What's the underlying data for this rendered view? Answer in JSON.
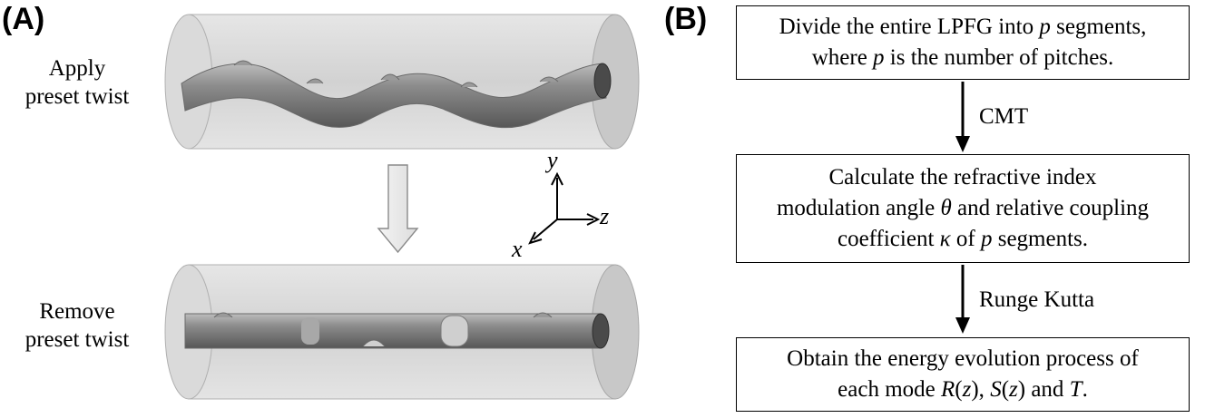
{
  "panel_a": {
    "label": "(A)",
    "top_label": [
      "Apply",
      "preset twist"
    ],
    "bottom_label": [
      "Remove",
      "preset twist"
    ],
    "axes": {
      "y": "y",
      "z": "z",
      "x": "x"
    }
  },
  "panel_b": {
    "label": "(B)",
    "box1": {
      "line1": {
        "a": "Divide the entire LPFG into ",
        "v": "p",
        "b": " segments,"
      },
      "line2": {
        "a": "where ",
        "v": "p",
        "b": " is the number of pitches."
      }
    },
    "arrow1_label": "CMT",
    "box2": {
      "line1": "Calculate the refractive index",
      "line2": {
        "a": "modulation angle ",
        "v": "θ",
        "b": " and relative coupling"
      },
      "line3": {
        "a": "coefficient ",
        "v": "κ",
        "b": " of ",
        "v2": "p",
        "c": " segments."
      }
    },
    "arrow2_label": "Runge Kutta",
    "box3": {
      "line1": "Obtain the energy evolution process of",
      "line2": {
        "a": "each mode ",
        "v1": "R",
        "b": "(",
        "v1z": "z",
        "c": "), ",
        "v2": "S",
        "d": "(",
        "v2z": "z",
        "e": ") and ",
        "v3": "T",
        "f": "."
      }
    }
  }
}
